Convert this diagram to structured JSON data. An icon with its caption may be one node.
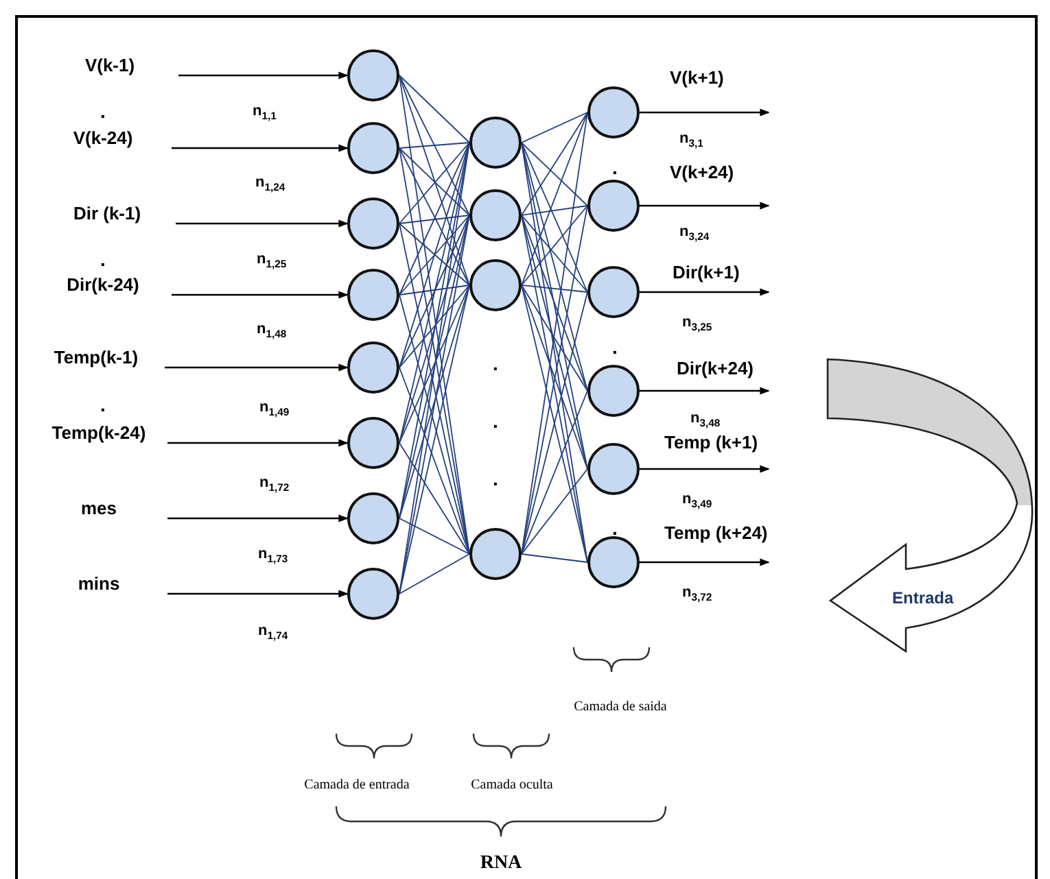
{
  "diagram": {
    "nodes": [
      {
        "text": [
          "V(k-1)"
        ]
      },
      {
        "text": [
          "V(k-24)"
        ]
      },
      {
        "text": [
          "Dir (k-1)"
        ]
      },
      {
        "text": [
          "Dir(k-24)"
        ]
      },
      {
        "text": [
          "Temp(k-1)"
        ]
      },
      {
        "text": [
          "Temp(k-24)"
        ]
      },
      {
        "text": [
          "mes"
        ]
      },
      {
        "text": [
          "mins"
        ]
      },
      {
        "text": [],
        "shape": "circle"
      },
      {
        "text": [],
        "shape": "circle"
      },
      {
        "text": [],
        "shape": "circle"
      },
      {
        "text": [],
        "shape": "circle"
      },
      {
        "text": [],
        "shape": "circle"
      },
      {
        "text": [],
        "shape": "circle"
      },
      {
        "text": [],
        "shape": "circle"
      },
      {
        "text": [],
        "shape": "circle"
      },
      {
        "text": [],
        "shape": "circle"
      },
      {
        "text": [],
        "shape": "circle"
      },
      {
        "text": [],
        "shape": "circle"
      },
      {
        "text": [],
        "shape": "circle"
      },
      {
        "text": [],
        "shape": "circle",
        "beside": [
          "n$_{3,1}$"
        ]
      },
      {
        "text": [],
        "shape": "circle",
        "beside": [
          "n$_{3,24}$"
        ]
      },
      {
        "text": [],
        "shape": "circle",
        "beside": [
          "n$_{3,25}$"
        ]
      },
      {
        "text": [],
        "shape": "circle",
        "beside": [
          "n$_{3,48}$"
        ]
      },
      {
        "text": [],
        "shape": "circle",
        "beside": [
          "n$_{3,49}$"
        ]
      },
      {
        "text": [],
        "shape": "circle",
        "beside": [
          "n$_{3,72}$"
        ]
      },
      {
        "text": [
          "Entrada"
        ]
      }
    ],
    "edges": [
      {
        "from": 0,
        "to": 8,
        "arrow": "to",
        "label": "n$_{1,1}$",
        "color": "#000000"
      },
      {
        "from": 1,
        "to": 9,
        "arrow": "to",
        "label": "n$_{1,24}$",
        "color": "#000000"
      },
      {
        "from": 2,
        "to": 10,
        "arrow": "to",
        "label": "n$_{1,25}$",
        "color": "#000000"
      },
      {
        "from": 3,
        "to": 11,
        "arrow": "to",
        "label": "n$_{1,48}$",
        "color": "#000000"
      },
      {
        "from": 4,
        "to": 12,
        "arrow": "to",
        "label": "n$_{1,49}$",
        "color": "#000000"
      },
      {
        "from": 5,
        "to": 13,
        "arrow": "to",
        "label": "n$_{1,72}$",
        "color": "#000000"
      },
      {
        "from": 6,
        "to": 14,
        "arrow": "to",
        "label": "n$_{1,73}$",
        "color": "#000000"
      },
      {
        "from": 7,
        "to": 15,
        "arrow": "to",
        "label": "n$_{1,74}$",
        "color": "#000000"
      },
      {
        "from": 8,
        "to": 16,
        "arrow": "none"
      },
      {
        "from": 8,
        "to": 17,
        "arrow": "none"
      },
      {
        "from": 8,
        "to": 18,
        "arrow": "none"
      },
      {
        "from": 8,
        "to": 19,
        "arrow": "none"
      },
      {
        "from": 9,
        "to": 16,
        "arrow": "none"
      },
      {
        "from": 9,
        "to": 17,
        "arrow": "none"
      },
      {
        "from": 9,
        "to": 18,
        "arrow": "none"
      },
      {
        "from": 9,
        "to": 19,
        "arrow": "none"
      },
      {
        "from": 10,
        "to": 16,
        "arrow": "none"
      },
      {
        "from": 10,
        "to": 17,
        "arrow": "none"
      },
      {
        "from": 10,
        "to": 18,
        "arrow": "none"
      },
      {
        "from": 10,
        "to": 19,
        "arrow": "none"
      },
      {
        "from": 11,
        "to": 16,
        "arrow": "none"
      },
      {
        "from": 11,
        "to": 17,
        "arrow": "none"
      },
      {
        "from": 11,
        "to": 18,
        "arrow": "none"
      },
      {
        "from": 11,
        "to": 19,
        "arrow": "none"
      },
      {
        "from": 12,
        "to": 16,
        "arrow": "none"
      },
      {
        "from": 12,
        "to": 17,
        "arrow": "none"
      },
      {
        "from": 12,
        "to": 18,
        "arrow": "none"
      },
      {
        "from": 12,
        "to": 19,
        "arrow": "none"
      },
      {
        "from": 13,
        "to": 16,
        "arrow": "none"
      },
      {
        "from": 13,
        "to": 17,
        "arrow": "none"
      },
      {
        "from": 13,
        "to": 18,
        "arrow": "none"
      },
      {
        "from": 13,
        "to": 19,
        "arrow": "none"
      },
      {
        "from": 14,
        "to": 16,
        "arrow": "none"
      },
      {
        "from": 14,
        "to": 17,
        "arrow": "none"
      },
      {
        "from": 14,
        "to": 18,
        "arrow": "none"
      },
      {
        "from": 14,
        "to": 19,
        "arrow": "none"
      },
      {
        "from": 15,
        "to": 16,
        "arrow": "none"
      },
      {
        "from": 15,
        "to": 17,
        "arrow": "none"
      },
      {
        "from": 15,
        "to": 18,
        "arrow": "none"
      },
      {
        "from": 15,
        "to": 19,
        "arrow": "none"
      },
      {
        "from": 16,
        "to": 20,
        "arrow": "none"
      },
      {
        "from": 16,
        "to": 21,
        "arrow": "none"
      },
      {
        "from": 16,
        "to": 22,
        "arrow": "none"
      },
      {
        "from": 16,
        "to": 23,
        "arrow": "none"
      },
      {
        "from": 16,
        "to": 24,
        "arrow": "none"
      },
      {
        "from": 16,
        "to": 25,
        "arrow": "none"
      },
      {
        "from": 17,
        "to": 20,
        "arrow": "none"
      },
      {
        "from": 17,
        "to": 21,
        "arrow": "none"
      },
      {
        "from": 17,
        "to": 22,
        "arrow": "none"
      },
      {
        "from": 17,
        "to": 23,
        "arrow": "none"
      },
      {
        "from": 17,
        "to": 24,
        "arrow": "none"
      },
      {
        "from": 17,
        "to": 25,
        "arrow": "none"
      },
      {
        "from": 18,
        "to": 20,
        "arrow": "none"
      },
      {
        "from": 18,
        "to": 21,
        "arrow": "none"
      },
      {
        "from": 18,
        "to": 22,
        "arrow": "none"
      },
      {
        "from": 18,
        "to": 23,
        "arrow": "none"
      },
      {
        "from": 18,
        "to": 24,
        "arrow": "none"
      },
      {
        "from": 18,
        "to": 25,
        "arrow": "none"
      },
      {
        "from": 19,
        "to": 20,
        "arrow": "none"
      },
      {
        "from": 19,
        "to": 21,
        "arrow": "none"
      },
      {
        "from": 19,
        "to": 22,
        "arrow": "none"
      },
      {
        "from": 19,
        "to": 23,
        "arrow": "none"
      },
      {
        "from": 19,
        "to": 24,
        "arrow": "none"
      },
      {
        "from": 19,
        "to": 25,
        "arrow": "none"
      },
      {
        "from": 20,
        "to": null,
        "arrow": "to",
        "label": "V(k+1)",
        "color": "#000000"
      },
      {
        "from": 21,
        "to": null,
        "arrow": "to",
        "label": "V(k+24)",
        "color": "#000000"
      },
      {
        "from": 22,
        "to": null,
        "arrow": "to",
        "label": "Dir(k+1)",
        "color": "#000000"
      },
      {
        "from": 23,
        "to": null,
        "arrow": "to",
        "label": "Dir(k+24)",
        "color": "#000000"
      },
      {
        "from": 24,
        "to": null,
        "arrow": "to",
        "label": "Temp (k+1)",
        "color": "#000000"
      },
      {
        "from": 25,
        "to": null,
        "arrow": "to",
        "label": "Temp (k+24)",
        "color": "#000000"
      }
    ],
    "labels": [
      ".",
      ".",
      ".",
      ".",
      ".",
      ".",
      ".",
      ".",
      ".",
      "Camada de saida",
      "Camada de entrada",
      "Camada oculta",
      "RNA"
    ]
  }
}
